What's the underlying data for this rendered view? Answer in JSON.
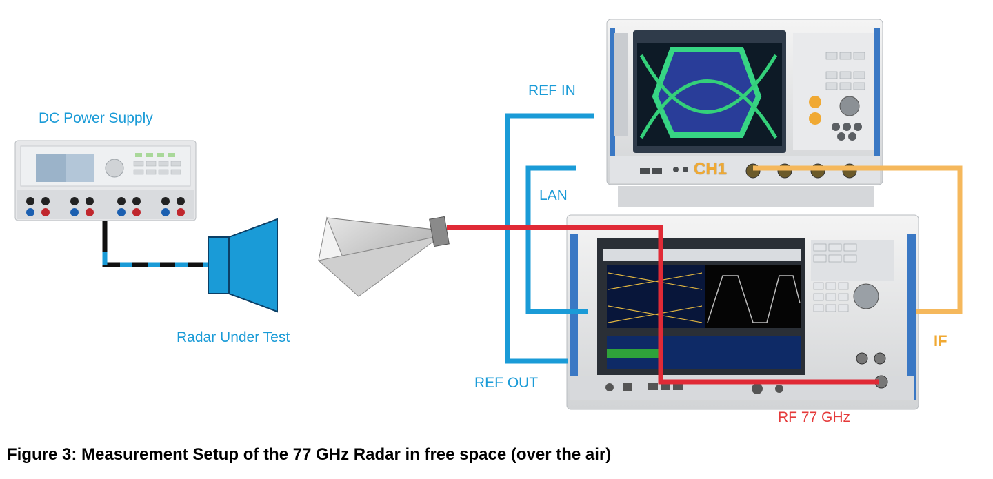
{
  "labels": {
    "dc_power_supply": "DC Power Supply",
    "radar_under_test": "Radar Under Test",
    "ref_in": "REF IN",
    "lan": "LAN",
    "ref_out": "REF OUT",
    "ch1": "CH1",
    "if_label": "IF",
    "rf_77ghz": "RF 77 GHz"
  },
  "caption": "Figure 3: Measurement Setup of the 77 GHz Radar in free space (over the air)",
  "colors": {
    "cable_blue": "#1a9bd7",
    "cable_red": "#e02a36",
    "cable_orange": "#f5b85c",
    "label_blue": "#1a9bd7",
    "label_red": "#e53a3a"
  },
  "icons": [
    "dc-power-supply-icon",
    "radar-horn-icon",
    "horn-antenna-icon",
    "oscilloscope-icon",
    "signal-analyzer-icon"
  ]
}
